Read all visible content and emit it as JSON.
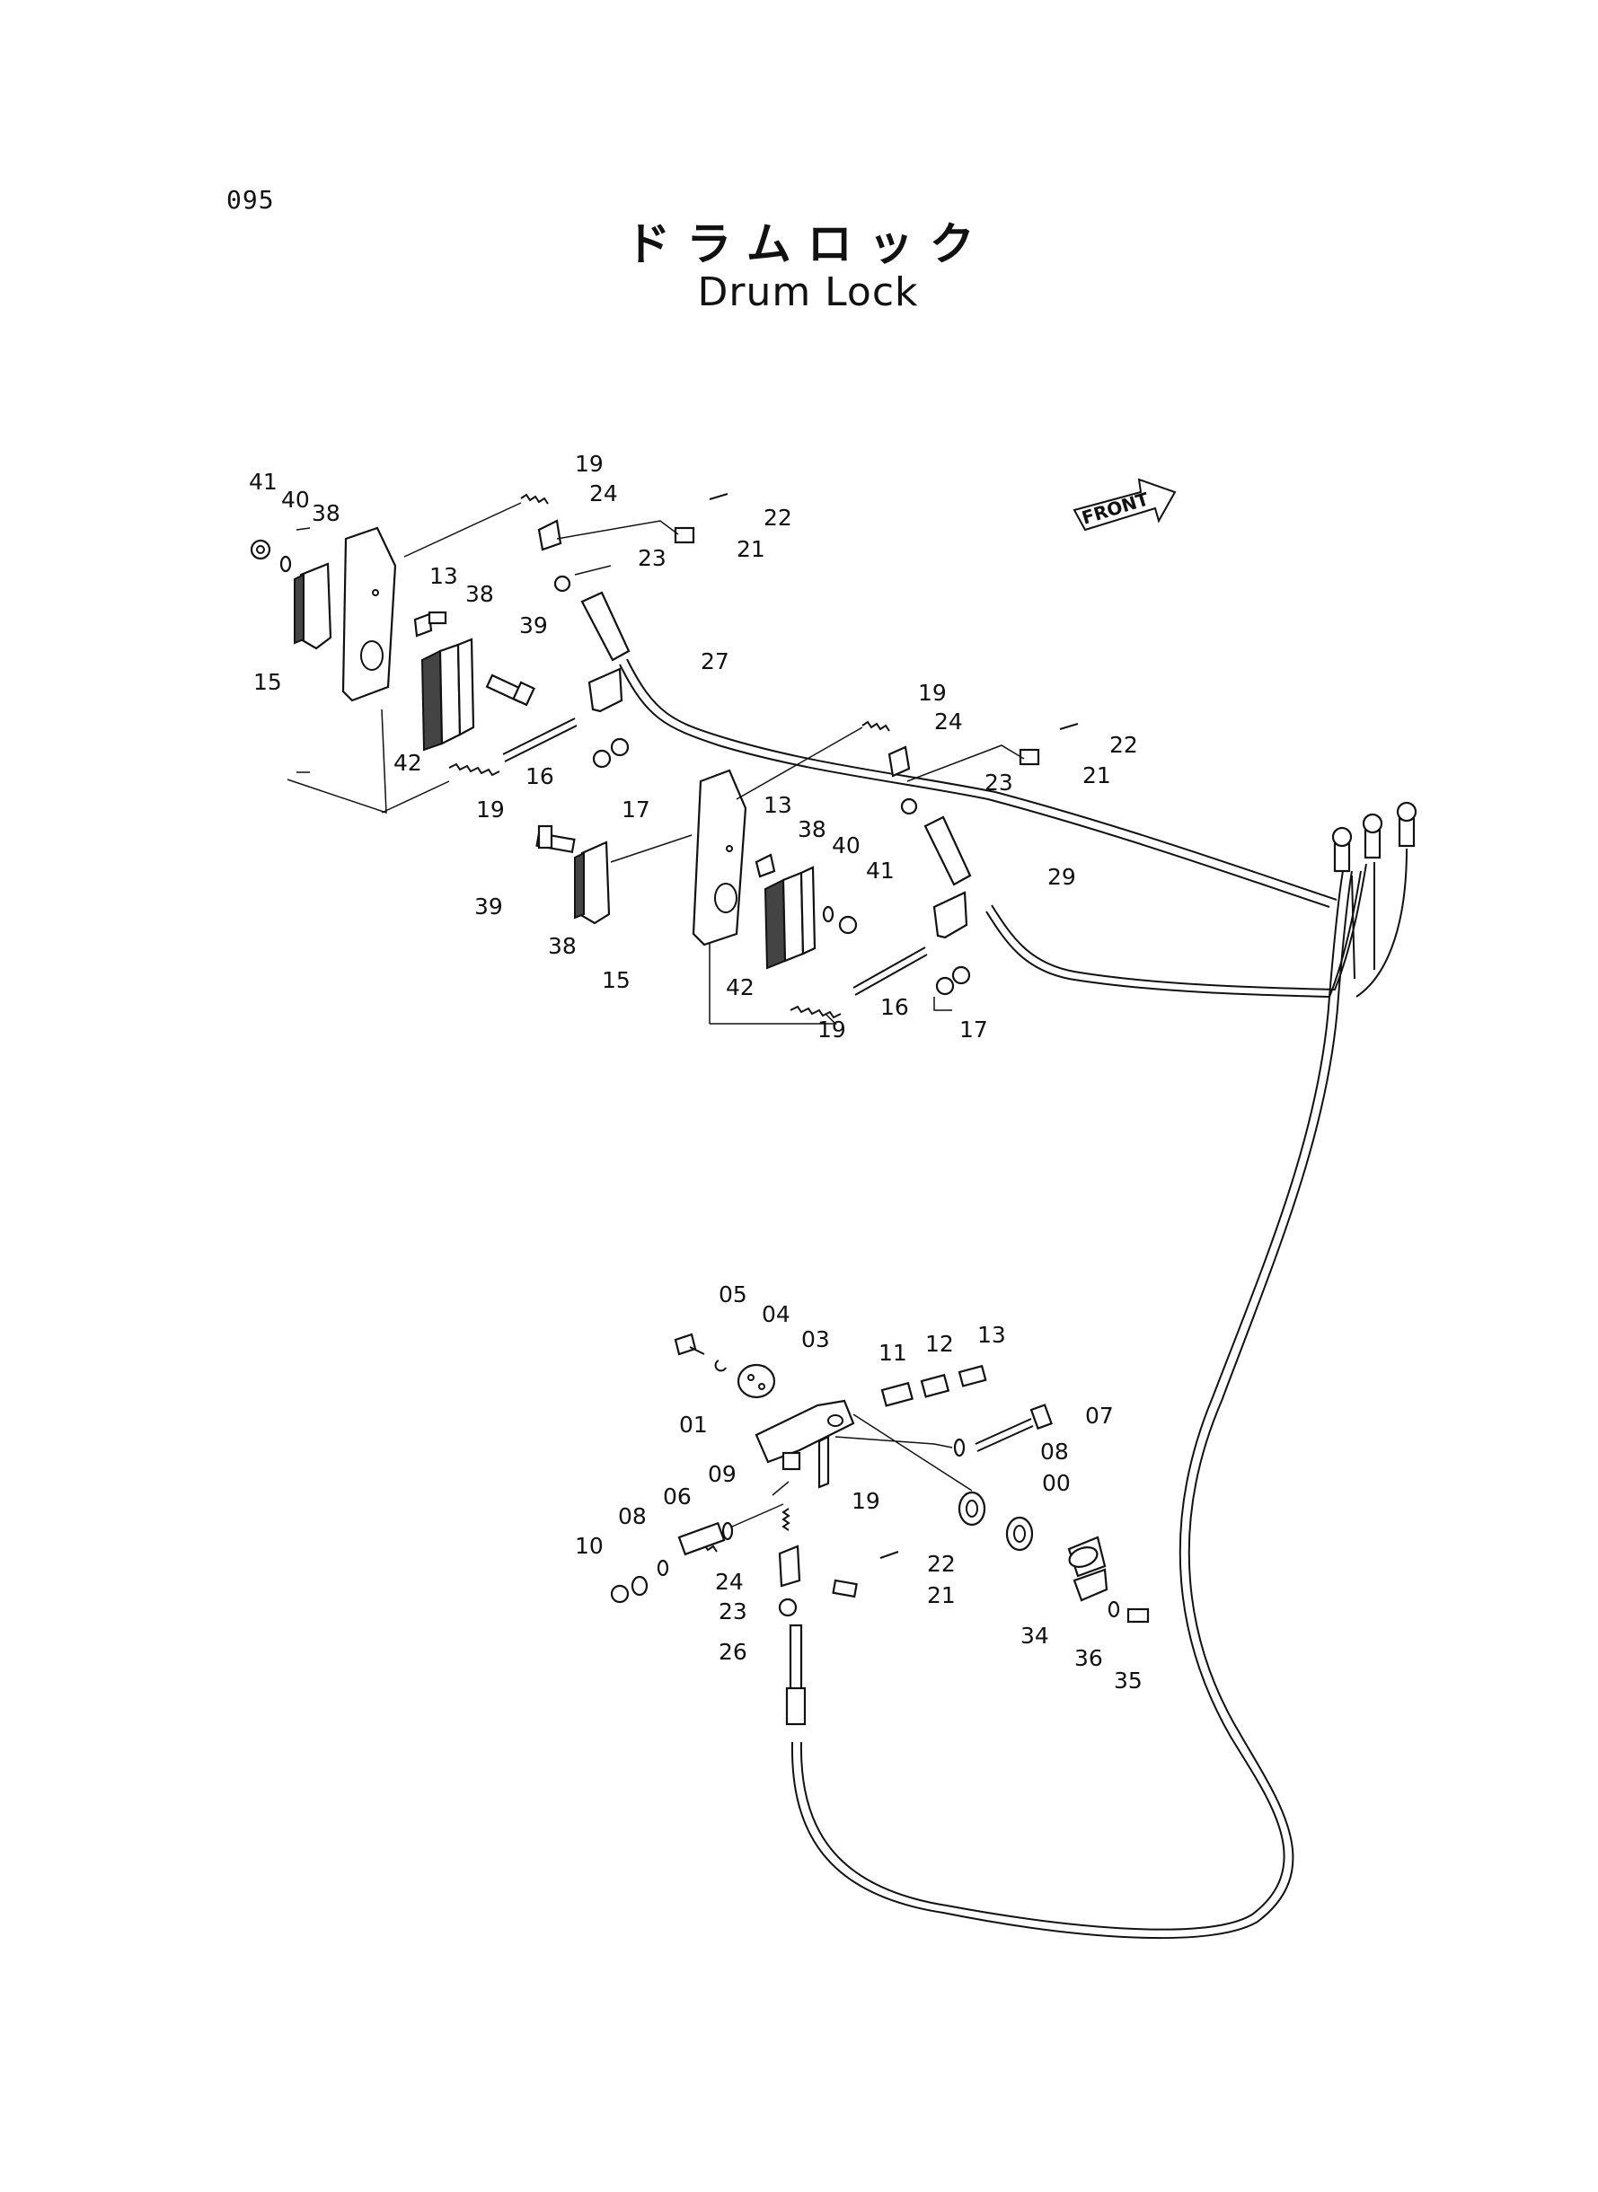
{
  "page": {
    "number": "095"
  },
  "title": {
    "japanese": "ドラムロック",
    "english": "Drum Lock"
  },
  "front_badge": "FRONT",
  "callouts": {
    "upper_left": [
      "41",
      "40",
      "38",
      "13",
      "38",
      "39",
      "15",
      "42",
      "16",
      "19",
      "17",
      "19",
      "24",
      "22",
      "21",
      "23",
      "27"
    ],
    "upper_right": [
      "19",
      "24",
      "22",
      "21",
      "23",
      "13",
      "38",
      "40",
      "41",
      "39",
      "38",
      "15",
      "42",
      "19",
      "16",
      "17",
      "29"
    ],
    "lower": [
      "05",
      "04",
      "03",
      "11",
      "12",
      "13",
      "07",
      "01",
      "08",
      "00",
      "09",
      "06",
      "08",
      "10",
      "19",
      "22",
      "24",
      "21",
      "23",
      "26",
      "34",
      "36",
      "35"
    ]
  }
}
